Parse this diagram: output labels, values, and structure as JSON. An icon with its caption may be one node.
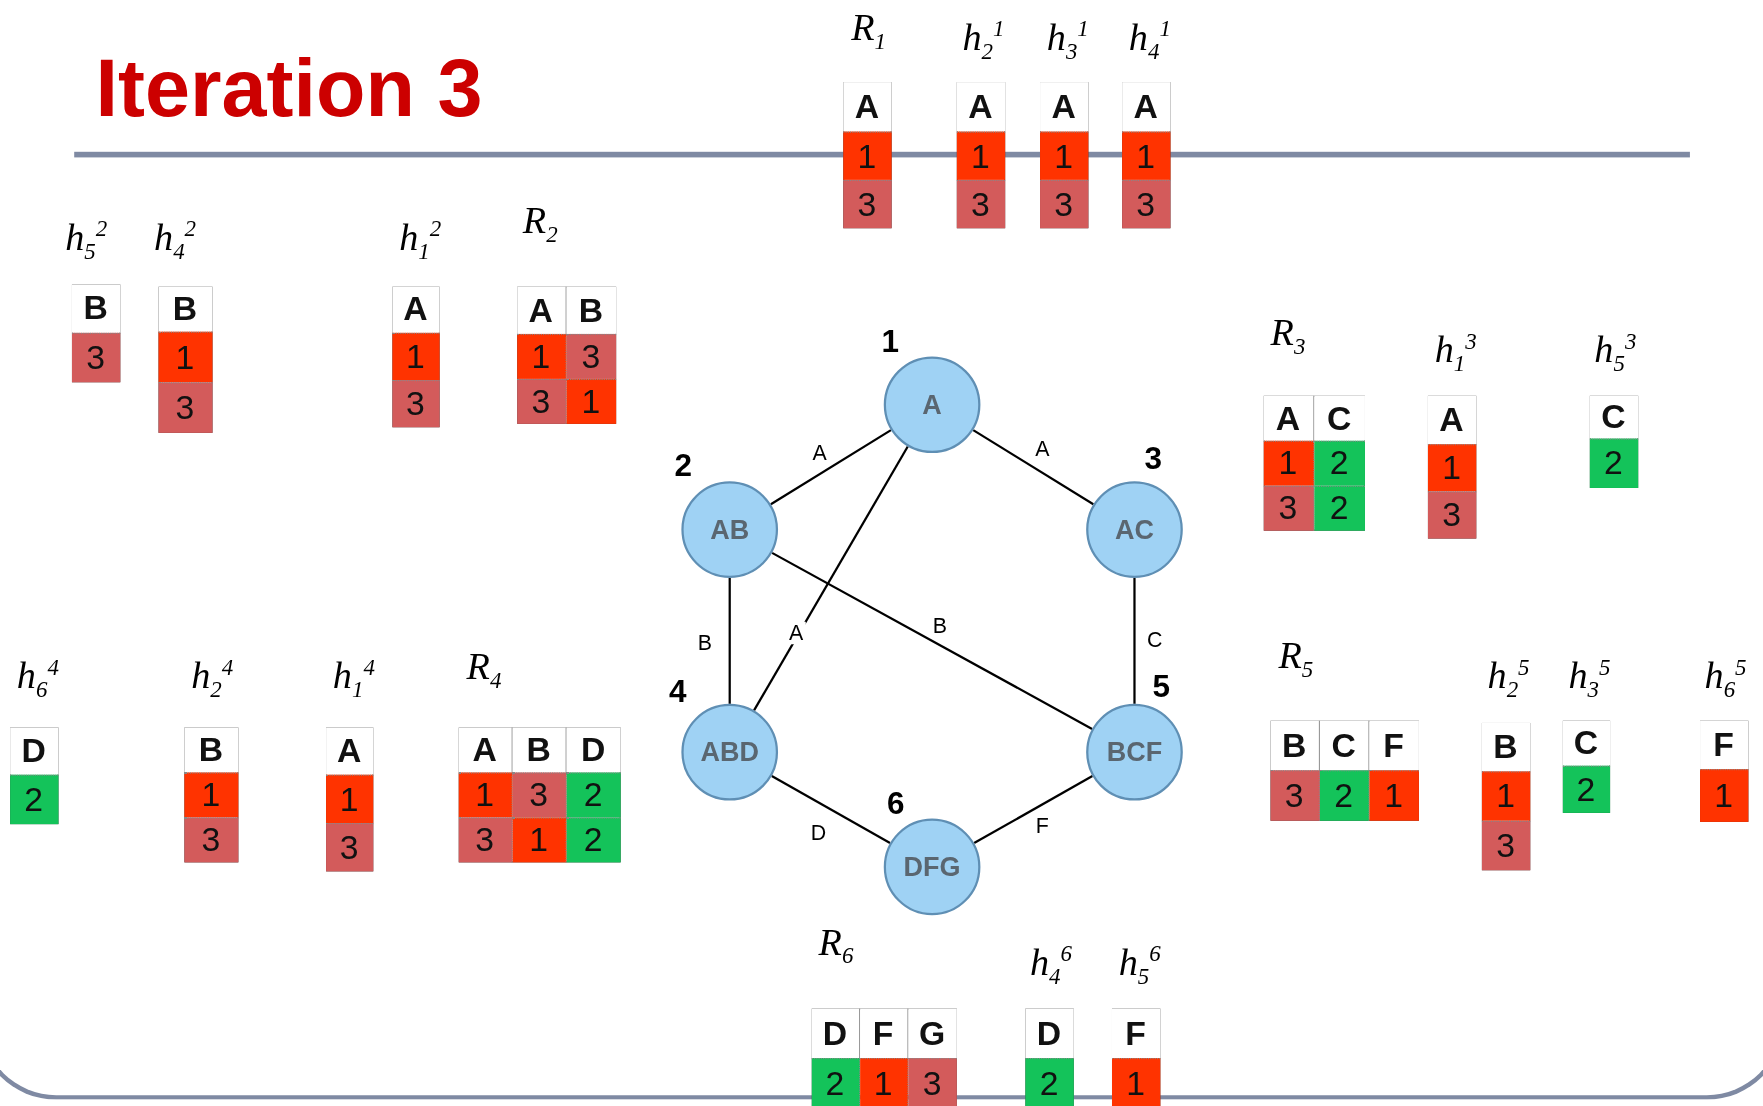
{
  "diagram": {
    "title": "Iteration 3",
    "nodes": [
      {
        "text": [
          "A"
        ],
        "beside": [
          "1"
        ]
      },
      {
        "text": [
          "AB"
        ],
        "beside": [
          "2"
        ]
      },
      {
        "text": [
          "AC"
        ],
        "beside": [
          "3"
        ]
      },
      {
        "text": [
          "ABD"
        ],
        "beside": [
          "4"
        ]
      },
      {
        "text": [
          "BCF"
        ],
        "beside": [
          "5"
        ]
      },
      {
        "text": [
          "DFG"
        ],
        "beside": [
          "6"
        ]
      }
    ],
    "edges": [
      {
        "from": 0,
        "to": 1,
        "arrow": "none",
        "label": "A"
      },
      {
        "from": 0,
        "to": 2,
        "arrow": "none",
        "label": "A"
      },
      {
        "from": 0,
        "to": 3,
        "arrow": "none",
        "label": "A"
      },
      {
        "from": 1,
        "to": 3,
        "arrow": "none",
        "label": "B"
      },
      {
        "from": 1,
        "to": 4,
        "arrow": "none",
        "label": "B"
      },
      {
        "from": 2,
        "to": 4,
        "arrow": "none",
        "label": "C"
      },
      {
        "from": 3,
        "to": 5,
        "arrow": "none",
        "label": "D"
      },
      {
        "from": 4,
        "to": 5,
        "arrow": "none",
        "label": "F"
      }
    ],
    "labels": [
      "R$_{1}$",
      "A",
      "1",
      "3",
      "h$_{2}$$^{1}$",
      "A",
      "1",
      "3",
      "h$_{3}$$^{1}$",
      "A",
      "1",
      "3",
      "h$_{4}$$^{1}$",
      "A",
      "1",
      "3",
      "h$_{5}$$^{2}$",
      "B",
      "3",
      "h$_{4}$$^{2}$",
      "B",
      "1",
      "3",
      "h$_{1}$$^{2}$",
      "A",
      "1",
      "3",
      "R$_{2}$",
      "A",
      "B",
      "1",
      "3",
      "3",
      "1",
      "R$_{3}$",
      "A",
      "C",
      "1",
      "2",
      "3",
      "2",
      "h$_{1}$$^{3}$",
      "A",
      "1",
      "3",
      "h$_{5}$$^{3}$",
      "C",
      "2",
      "h$_{6}$$^{4}$",
      "D",
      "2",
      "h$_{2}$$^{4}$",
      "B",
      "1",
      "3",
      "h$_{1}$$^{4}$",
      "A",
      "1",
      "3",
      "R$_{4}$",
      "A",
      "B",
      "D",
      "1",
      "3",
      "2",
      "3",
      "1",
      "2",
      "R$_{5}$",
      "B",
      "C",
      "F",
      "3",
      "2",
      "1",
      "h$_{2}$$^{5}$",
      "B",
      "1",
      "3",
      "h$_{3}$$^{5}$",
      "C",
      "2",
      "h$_{6}$$^{5}$",
      "F",
      "1",
      "R$_{6}$",
      "D",
      "F",
      "G",
      "2",
      "1",
      "3",
      "h$_{4}$$^{6}$",
      "D",
      "2",
      "h$_{5}$$^{6}$",
      "F",
      "1"
    ]
  }
}
